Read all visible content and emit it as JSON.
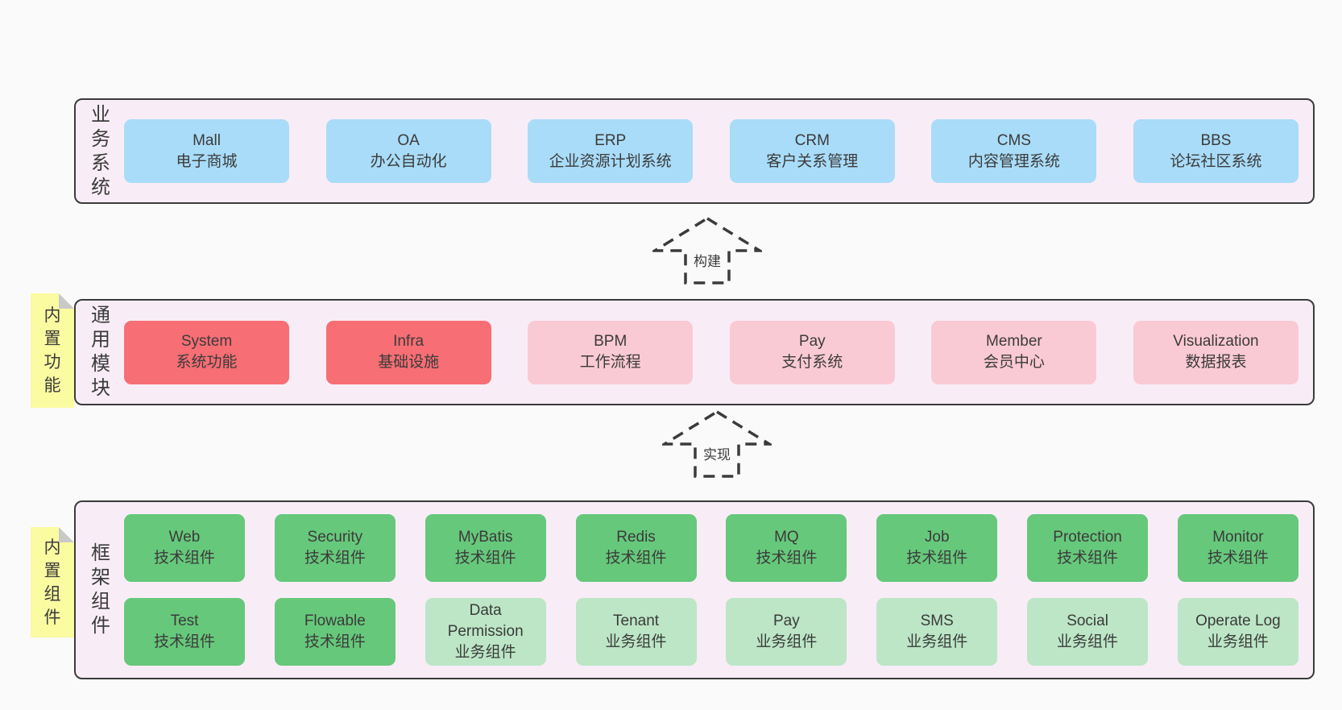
{
  "diagram": {
    "background": "#fafafa",
    "text_color": "#3b3b3b"
  },
  "colors": {
    "band_fill": "#f8edf6",
    "band_border": "#3b3b3b",
    "blue": "#a9dcf8",
    "red": "#f76e74",
    "pink": "#facad4",
    "green": "#66c87b",
    "light_green": "#bce6c6",
    "note_yellow": "#fbfba2",
    "note_fold": "#c9c9c9"
  },
  "bands": [
    {
      "id": "business-systems",
      "label": "业务系统",
      "note": null,
      "rows": [
        [
          {
            "title": "Mall",
            "subtitle": "电子商城",
            "variant": "blue"
          },
          {
            "title": "OA",
            "subtitle": "办公自动化",
            "variant": "blue"
          },
          {
            "title": "ERP",
            "subtitle": "企业资源计划系统",
            "variant": "blue"
          },
          {
            "title": "CRM",
            "subtitle": "客户关系管理",
            "variant": "blue"
          },
          {
            "title": "CMS",
            "subtitle": "内容管理系统",
            "variant": "blue"
          },
          {
            "title": "BBS",
            "subtitle": "论坛社区系统",
            "variant": "blue"
          }
        ]
      ]
    },
    {
      "id": "common-modules",
      "label": "通用模块",
      "note": "内置功能",
      "rows": [
        [
          {
            "title": "System",
            "subtitle": "系统功能",
            "variant": "red"
          },
          {
            "title": "Infra",
            "subtitle": "基础设施",
            "variant": "red"
          },
          {
            "title": "BPM",
            "subtitle": "工作流程",
            "variant": "pink"
          },
          {
            "title": "Pay",
            "subtitle": "支付系统",
            "variant": "pink"
          },
          {
            "title": "Member",
            "subtitle": "会员中心",
            "variant": "pink"
          },
          {
            "title": "Visualization",
            "subtitle": "数据报表",
            "variant": "pink"
          }
        ]
      ]
    },
    {
      "id": "framework-components",
      "label": "框架组件",
      "note": "内置组件",
      "rows": [
        [
          {
            "title": "Web",
            "subtitle": "技术组件",
            "variant": "green"
          },
          {
            "title": "Security",
            "subtitle": "技术组件",
            "variant": "green"
          },
          {
            "title": "MyBatis",
            "subtitle": "技术组件",
            "variant": "green"
          },
          {
            "title": "Redis",
            "subtitle": "技术组件",
            "variant": "green"
          },
          {
            "title": "MQ",
            "subtitle": "技术组件",
            "variant": "green"
          },
          {
            "title": "Job",
            "subtitle": "技术组件",
            "variant": "green"
          },
          {
            "title": "Protection",
            "subtitle": "技术组件",
            "variant": "green"
          },
          {
            "title": "Monitor",
            "subtitle": "技术组件",
            "variant": "green"
          }
        ],
        [
          {
            "title": "Test",
            "subtitle": "技术组件",
            "variant": "green"
          },
          {
            "title": "Flowable",
            "subtitle": "技术组件",
            "variant": "green"
          },
          {
            "title": "Data Permission",
            "subtitle": "业务组件",
            "variant": "light_green"
          },
          {
            "title": "Tenant",
            "subtitle": "业务组件",
            "variant": "light_green"
          },
          {
            "title": "Pay",
            "subtitle": "业务组件",
            "variant": "light_green"
          },
          {
            "title": "SMS",
            "subtitle": "业务组件",
            "variant": "light_green"
          },
          {
            "title": "Social",
            "subtitle": "业务组件",
            "variant": "light_green"
          },
          {
            "title": "Operate Log",
            "subtitle": "业务组件",
            "variant": "light_green"
          }
        ]
      ]
    }
  ],
  "arrows": [
    {
      "label": "构建"
    },
    {
      "label": "实现"
    }
  ]
}
